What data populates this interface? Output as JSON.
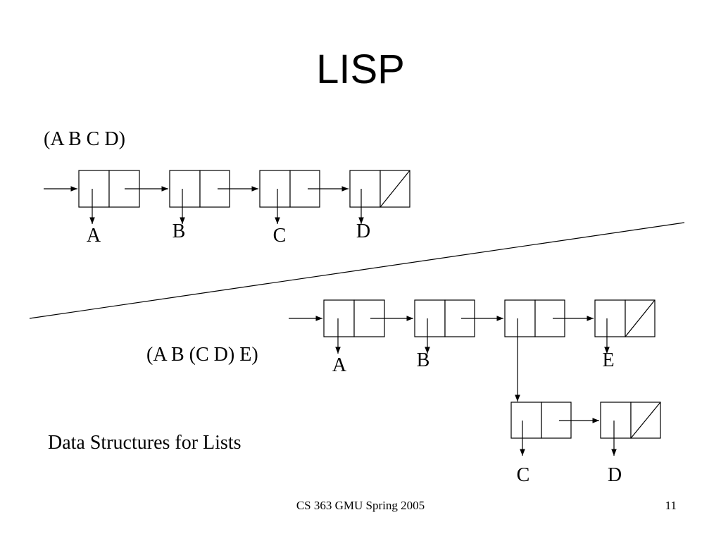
{
  "slide": {
    "title": "LISP",
    "footer": "CS 363 GMU Spring 2005",
    "page_number": "11",
    "caption": "Data Structures for Lists"
  },
  "list1": {
    "expression": "(A B C D)",
    "atoms": [
      "A",
      "B",
      "C",
      "D"
    ]
  },
  "list2": {
    "expression": "(A B (C D) E)",
    "atoms": [
      "A",
      "B",
      "E"
    ],
    "sublist_atoms": [
      "C",
      "D"
    ]
  }
}
